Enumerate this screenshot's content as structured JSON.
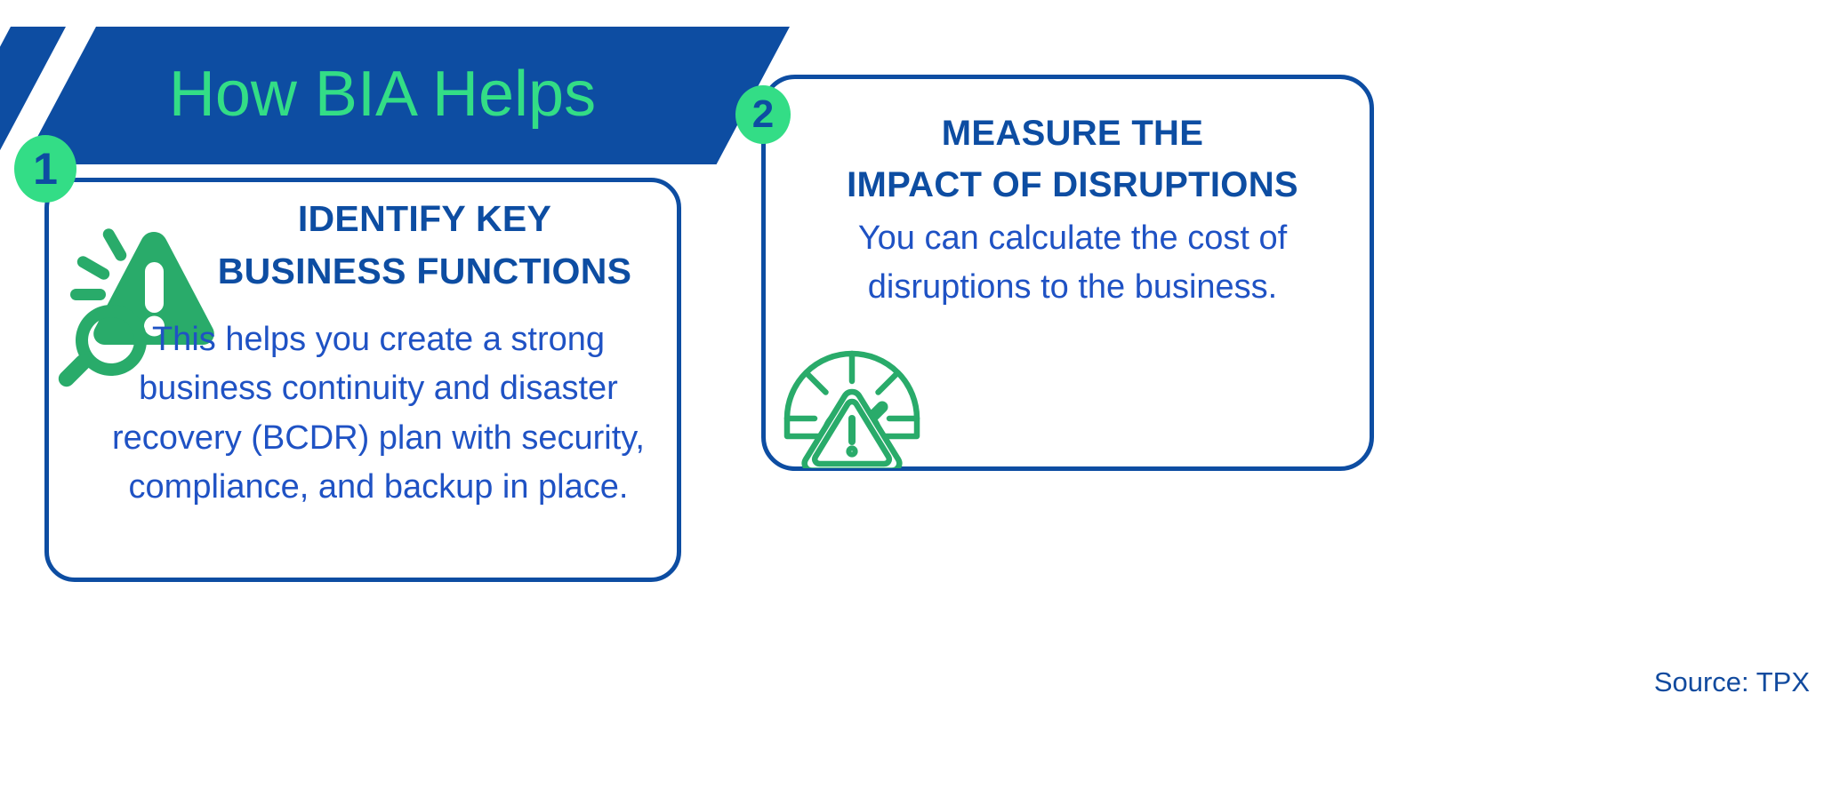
{
  "header": {
    "title": "How BIA Helps",
    "banner_color": "#0d4da2",
    "title_color": "#33dd86"
  },
  "theme": {
    "navy": "#0d4da2",
    "body_blue": "#1f52c4",
    "green": "#33dd86",
    "icon_green": "#29ab6a",
    "background": "#ffffff"
  },
  "cards": [
    {
      "badge": "1",
      "icon": "magnifier-alert-icon",
      "heading_line1": "IDENTIFY KEY",
      "heading_line2": "BUSINESS FUNCTIONS",
      "body": "This helps you create a strong business continuity and disaster recovery (BCDR) plan with security, compliance, and backup in place."
    },
    {
      "badge": "2",
      "icon": "gauge-alert-icon",
      "heading_line1": "MEASURE THE",
      "heading_line2": "IMPACT OF DISRUPTIONS",
      "body": "You can calculate the cost of disruptions to the business."
    }
  ],
  "source": {
    "label": "Source: TPX"
  }
}
